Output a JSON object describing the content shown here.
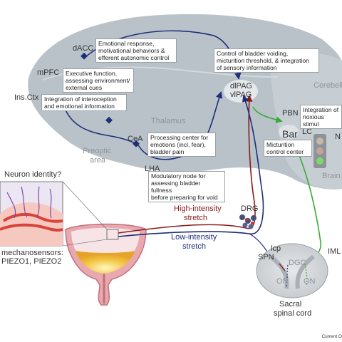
{
  "regions": {
    "dacc": "dACC",
    "mpfc": "mPFC",
    "insctx": "Ins.Ctx",
    "thalamus": "Thalamus",
    "preoptic": [
      "Preoptic",
      "area"
    ],
    "cea": "CeA",
    "lha": "LHA",
    "dlpag": "dlPAG",
    "vlpag": "vlPAG",
    "cerebellum": "Cerebell",
    "pbn": "PBN",
    "bar": "Bar",
    "lc": "LC",
    "n_label": "N",
    "brain": "Brain"
  },
  "boxes": {
    "dacc": [
      "Emotional response,",
      "motivational behaviors &",
      "efferent autonomic control"
    ],
    "mpfc": [
      "Executive function,",
      "assessing environment/",
      "external cues"
    ],
    "insctx": [
      "Integration of interoception",
      "and emotional information"
    ],
    "pag": [
      "Control of bladder voiding,",
      "micturition threshold, & integration",
      "of sensory information"
    ],
    "cea": [
      "Processing center for",
      "emotions (incl. fear),",
      "bladder pain"
    ],
    "lha": [
      "Modulatory node for",
      "assessing bladder fullness",
      "before preparing for void"
    ],
    "pbn": [
      "Integration of",
      "noxious stimul"
    ],
    "bar": [
      "Micturition",
      "control center"
    ]
  },
  "bladder": {
    "neuron_identity": "Neuron identity?",
    "mechanosensors": [
      "mechanosensors:",
      "PIEZO1, PIEZO2"
    ],
    "high": [
      "High-intensity",
      "stretch"
    ],
    "low": [
      "Low-intensity",
      "stretch"
    ],
    "drg": "DRG"
  },
  "spinal": {
    "lcp": "lcp",
    "spn": "SPN",
    "dgc": "DGC",
    "iml": "IML",
    "on_left": "ON",
    "on_right": "ON",
    "title": [
      "Sacral",
      "spinal cord"
    ]
  },
  "colors": {
    "brain": "#b9c2c8",
    "efferent_blue": "#1f2d7a",
    "afferent_red": "#8b1a1a",
    "green": "#3aaa35"
  },
  "footer": "Current O"
}
